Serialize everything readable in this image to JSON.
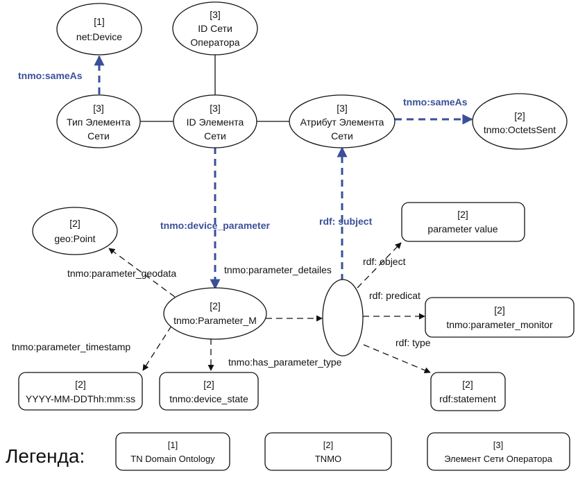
{
  "colors": {
    "ontology_link": "#3a4f9a",
    "stroke": "#111111",
    "background": "#ffffff"
  },
  "nodes": {
    "net_device": {
      "tag": "[1]",
      "lines": [
        "net:Device"
      ]
    },
    "network_id": {
      "tag": "[3]",
      "lines": [
        "ID Сети",
        "Оператора"
      ]
    },
    "element_type": {
      "tag": "[3]",
      "lines": [
        "Тип Элемента",
        "Сети"
      ]
    },
    "element_id": {
      "tag": "[3]",
      "lines": [
        "ID Элемента",
        "Сети"
      ]
    },
    "element_attribute": {
      "tag": "[3]",
      "lines": [
        "Атрибут Элемента",
        "Сети"
      ]
    },
    "octets_sent": {
      "tag": "[2]",
      "lines": [
        "tnmo:OctetsSent"
      ]
    },
    "geo_point": {
      "tag": "[2]",
      "lines": [
        "geo:Point"
      ]
    },
    "parameter_m": {
      "tag": "[2]",
      "lines": [
        "tnmo:Parameter_M"
      ]
    },
    "statement_blank": {
      "tag": "",
      "lines": []
    },
    "parameter_value": {
      "tag": "[2]",
      "lines": [
        "parameter value"
      ]
    },
    "parameter_monitor": {
      "tag": "[2]",
      "lines": [
        "tnmo:parameter_monitor"
      ]
    },
    "rdf_statement": {
      "tag": "[2]",
      "lines": [
        "rdf:statement"
      ]
    },
    "timestamp": {
      "tag": "[2]",
      "lines": [
        "YYYY-MM-DDThh:mm:ss"
      ]
    },
    "device_state": {
      "tag": "[2]",
      "lines": [
        "tnmo:device_state"
      ]
    }
  },
  "edges": {
    "same_as_device": "tnmo:sameAs",
    "same_as_octets": "tnmo:sameAs",
    "device_parameter": "tnmo:device_parameter",
    "rdf_subject": "rdf: subject",
    "parameter_geodata": "tnmo:parameter_geodata",
    "parameter_detailes": "tnmo:parameter_detailes",
    "rdf_object": "rdf: object",
    "rdf_predicat": "rdf: predicat",
    "rdf_type": "rdf: type",
    "parameter_timestamp": "tnmo:parameter_timestamp",
    "has_parameter_type": "tnmo:has_parameter_type"
  },
  "legend": {
    "title": "Легенда:",
    "items": [
      {
        "tag": "[1]",
        "label": "TN Domain Ontology"
      },
      {
        "tag": "[2]",
        "label": "TNMO"
      },
      {
        "tag": "[3]",
        "label": "Элемент Сети Оператора"
      }
    ]
  }
}
